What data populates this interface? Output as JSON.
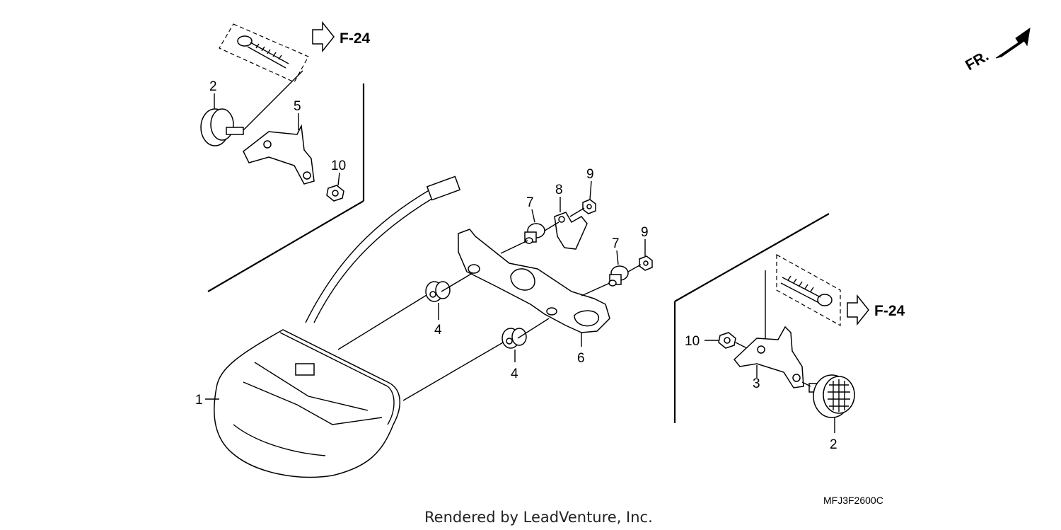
{
  "diagram": {
    "fr_label": "FR.",
    "catalog_code": "MFJ3F2600C",
    "footer": "Rendered by LeadVenture, Inc.",
    "refs": {
      "top": "F-24",
      "right": "F-24"
    },
    "callouts": {
      "tail_light": "1",
      "bulb_top": "2",
      "bulb_bottom": "2",
      "right_bracket": "3",
      "grommet_upper": "4",
      "grommet_lower": "4",
      "left_bracket": "5",
      "mount_stay": "6",
      "collar_upper": "7",
      "collar_right": "7",
      "clamp": "8",
      "nut_upper": "9",
      "nut_right": "9",
      "flange_nut_left": "10",
      "flange_nut_right": "10"
    }
  }
}
